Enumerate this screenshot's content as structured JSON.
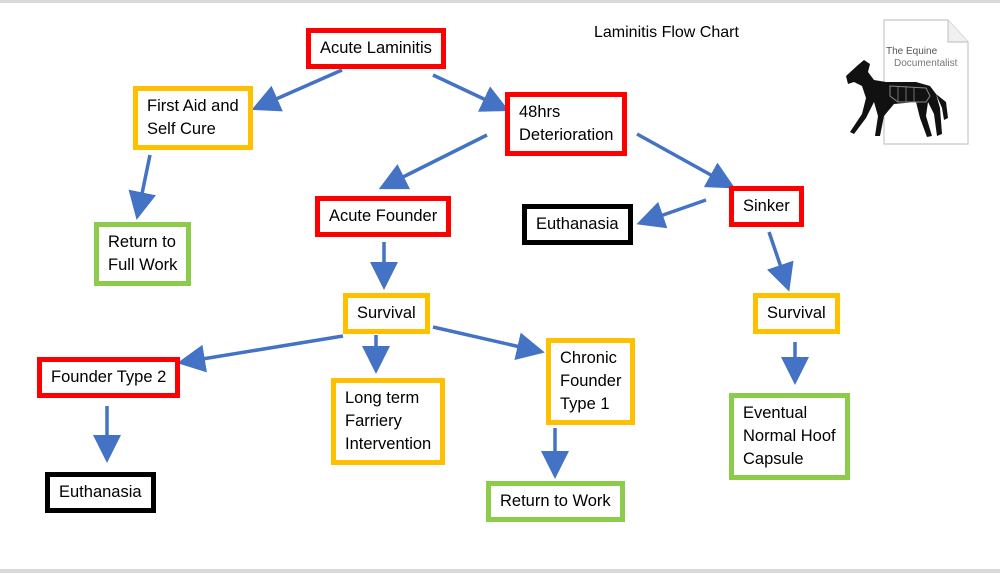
{
  "title": "Laminitis Flow Chart",
  "logo": {
    "line1": "The Equine",
    "line2": "Documentalist"
  },
  "colors": {
    "danger": "#ff0000",
    "warning": "#ffc000",
    "good": "#8dcb4d",
    "terminal": "#000000",
    "arrow": "#4472c4"
  },
  "nodes": {
    "acute_laminitis": {
      "lines": [
        "Acute Laminitis"
      ]
    },
    "first_aid": {
      "lines": [
        "First Aid and",
        "Self Cure"
      ]
    },
    "deterioration": {
      "lines": [
        "48hrs",
        "Deterioration"
      ]
    },
    "return_full_work": {
      "lines": [
        "Return to",
        "Full Work"
      ]
    },
    "acute_founder": {
      "lines": [
        "Acute Founder"
      ]
    },
    "euthanasia_right": {
      "lines": [
        "Euthanasia"
      ]
    },
    "sinker": {
      "lines": [
        "Sinker"
      ]
    },
    "survival_mid": {
      "lines": [
        "Survival"
      ]
    },
    "survival_right": {
      "lines": [
        "Survival"
      ]
    },
    "founder_type2": {
      "lines": [
        "Founder Type 2"
      ]
    },
    "long_term": {
      "lines": [
        "Long term",
        "Farriery",
        "Intervention"
      ]
    },
    "chronic_founder": {
      "lines": [
        "Chronic",
        "Founder",
        "Type 1"
      ]
    },
    "eventual_normal": {
      "lines": [
        "Eventual",
        "Normal Hoof",
        "Capsule"
      ]
    },
    "euthanasia_left": {
      "lines": [
        "Euthanasia"
      ]
    },
    "return_work": {
      "lines": [
        "Return to Work"
      ]
    }
  }
}
